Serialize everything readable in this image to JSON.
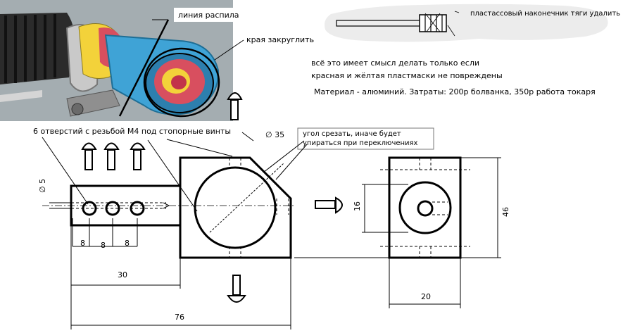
{
  "labels": {
    "saw_line": "линия распила",
    "round_edges": "края закруглить",
    "remove_tip": "пластассовый наконечник тяги удалить",
    "condition_line1": "всё это имеет смысл делать только если",
    "condition_line2": "красная и жёлтая пластмаски не повреждены",
    "material": "Материал - алюминий. Затраты: 200р болванка, 350р работа токаря",
    "holes_note": "6 отверстий с резьбой М4 под стопорные винты",
    "corner_note_line1": "угол срезать, иначе будет",
    "corner_note_line2": "упираться при переключениях"
  },
  "dimensions": {
    "d5": "∅ 5",
    "d35": "∅ 35",
    "pitch1": "8",
    "pitch2": "8",
    "pitch3": "8",
    "len30": "30",
    "len76": "76",
    "d16": "16",
    "h46": "46",
    "w20": "20"
  },
  "colors": {
    "photo_bg": "#9aa3a8",
    "boot_dark": "#2b2b2b",
    "blue_joint": "#3fa3d6",
    "red_plastic": "#d84f5f",
    "yellow_plastic": "#f3d23a",
    "cloud": "#ececec"
  }
}
